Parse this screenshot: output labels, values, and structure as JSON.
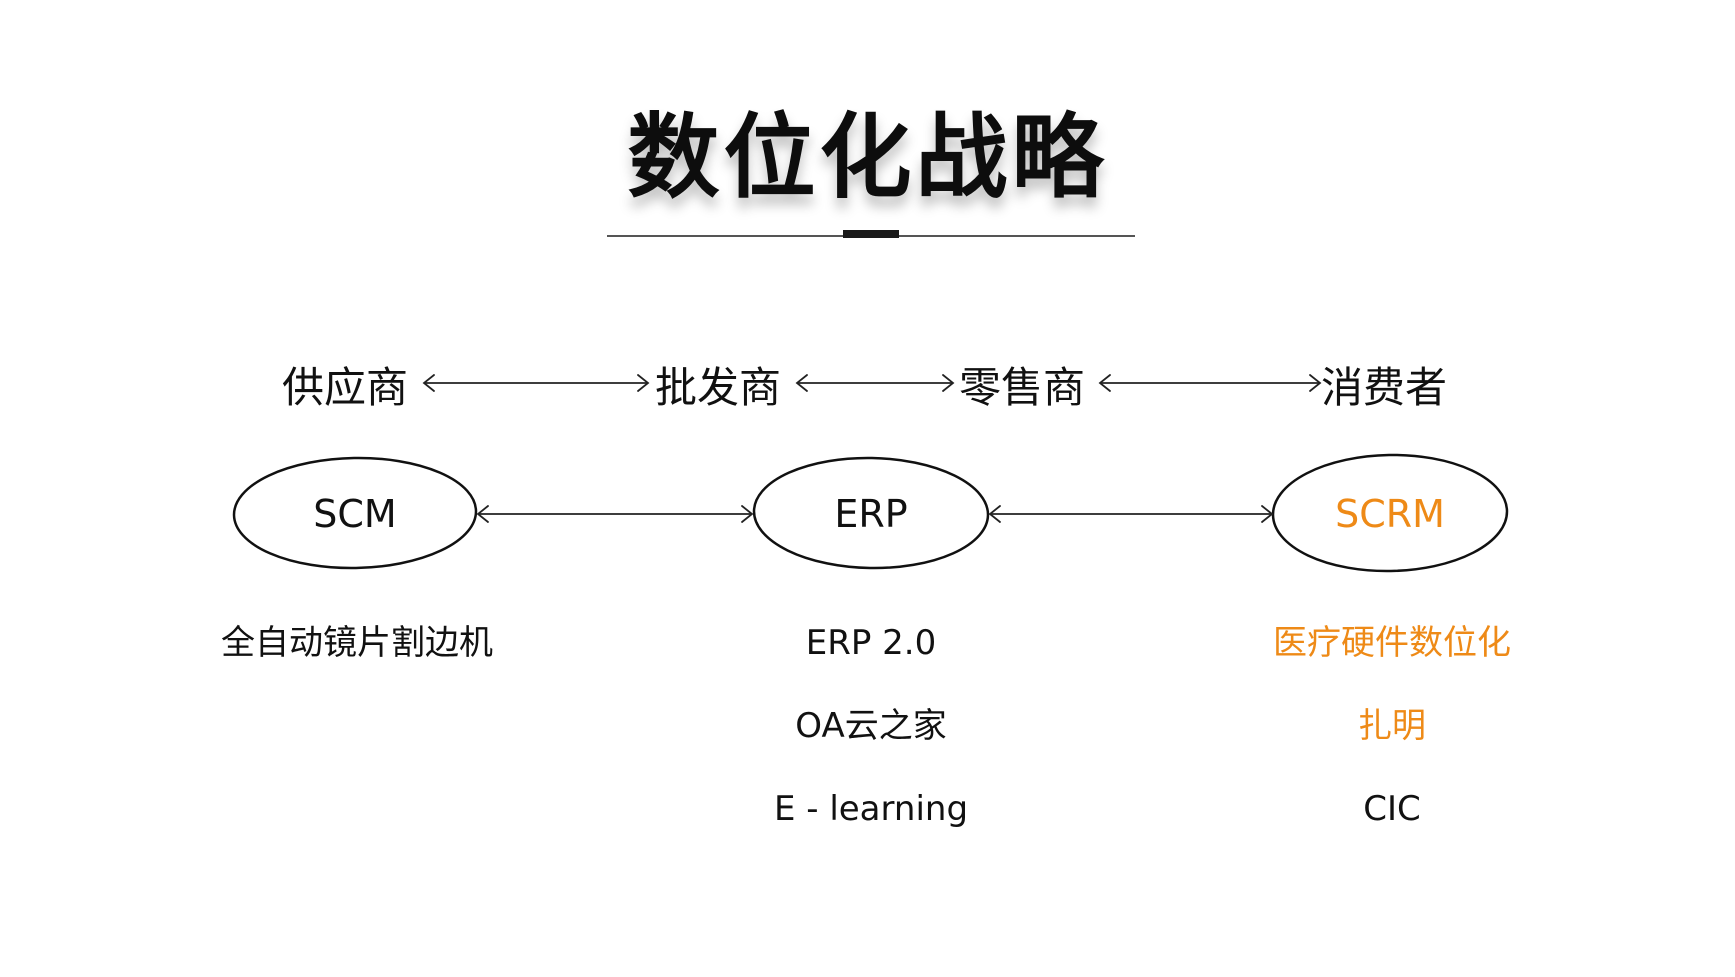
{
  "title": "数位化战略",
  "colors": {
    "text": "#111111",
    "accent": "#ee8a17"
  },
  "stages": [
    "供应商",
    "批发商",
    "零售商",
    "消费者"
  ],
  "systems": [
    {
      "name": "SCM",
      "accent": false,
      "items": [
        {
          "text": "全自动镜片割边机",
          "accent": false
        }
      ]
    },
    {
      "name": "ERP",
      "accent": false,
      "items": [
        {
          "text": "ERP 2.0",
          "accent": false
        },
        {
          "text": "OA云之家",
          "accent": false
        },
        {
          "text": "E - learning",
          "accent": false
        }
      ]
    },
    {
      "name": "SCRM",
      "accent": true,
      "items": [
        {
          "text": "医疗硬件数位化",
          "accent": true
        },
        {
          "text": "扎明",
          "accent": true
        },
        {
          "text": "CIC",
          "accent": false
        }
      ]
    }
  ]
}
